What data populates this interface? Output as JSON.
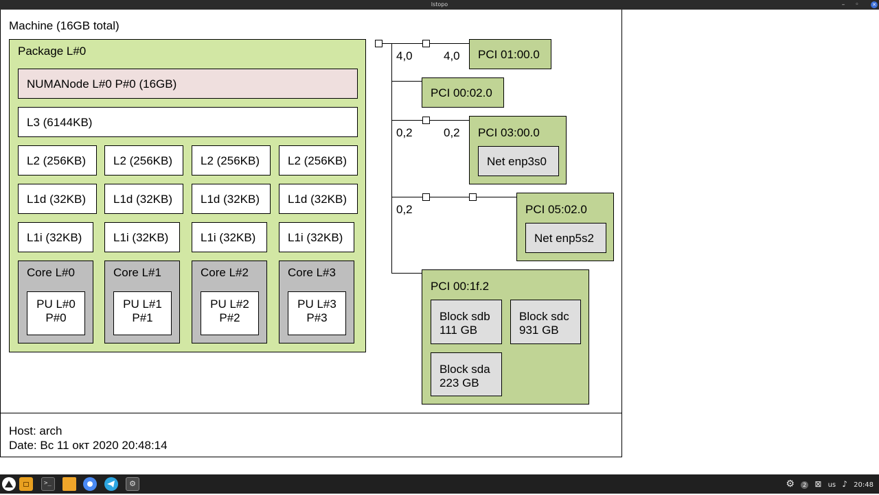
{
  "window": {
    "title": "lstopo",
    "minimize": "–",
    "maximize": "◦",
    "close": "✕"
  },
  "machine": {
    "label": "Machine (16GB total)"
  },
  "package": {
    "label": "Package L#0",
    "numa": "NUMANode L#0 P#0 (16GB)",
    "l3": "L3 (6144KB)",
    "l2": [
      "L2 (256KB)",
      "L2 (256KB)",
      "L2 (256KB)",
      "L2 (256KB)"
    ],
    "l1d": [
      "L1d (32KB)",
      "L1d (32KB)",
      "L1d (32KB)",
      "L1d (32KB)"
    ],
    "l1i": [
      "L1i (32KB)",
      "L1i (32KB)",
      "L1i (32KB)",
      "L1i (32KB)"
    ],
    "cores": [
      {
        "label": "Core L#0",
        "pu": "PU L#0\nP#0"
      },
      {
        "label": "Core L#1",
        "pu": "PU L#1\nP#1"
      },
      {
        "label": "Core L#2",
        "pu": "PU L#2\nP#2"
      },
      {
        "label": "Core L#3",
        "pu": "PU L#3\nP#3"
      }
    ]
  },
  "pci": {
    "p0100": {
      "label": "PCI 01:00.0",
      "link_left": "4,0",
      "link_right": "4,0"
    },
    "p0002": {
      "label": "PCI 00:02.0"
    },
    "p0300": {
      "label": "PCI 03:00.0",
      "link_left": "0,2",
      "link_right": "0,2",
      "net": "Net enp3s0"
    },
    "p0502": {
      "label": "PCI 05:02.0",
      "link_left": "0,2",
      "net": "Net enp5s2"
    },
    "p001f": {
      "label": "PCI 00:1f.2",
      "blocks": [
        "Block sdb\n111 GB",
        "Block sdc\n931 GB",
        "Block sda\n223 GB"
      ]
    }
  },
  "footer": {
    "host": "Host: arch",
    "date": "Date: Вс 11 окт 2020 20:48:14"
  },
  "taskbar": {
    "icons": [
      "start-icon",
      "file-manager-icon",
      "terminal-icon",
      "folder-icon",
      "chromium-icon",
      "telegram-icon",
      "settings-icon"
    ],
    "tray": {
      "badge": "2",
      "lang": "us",
      "clock": "20:48"
    }
  }
}
